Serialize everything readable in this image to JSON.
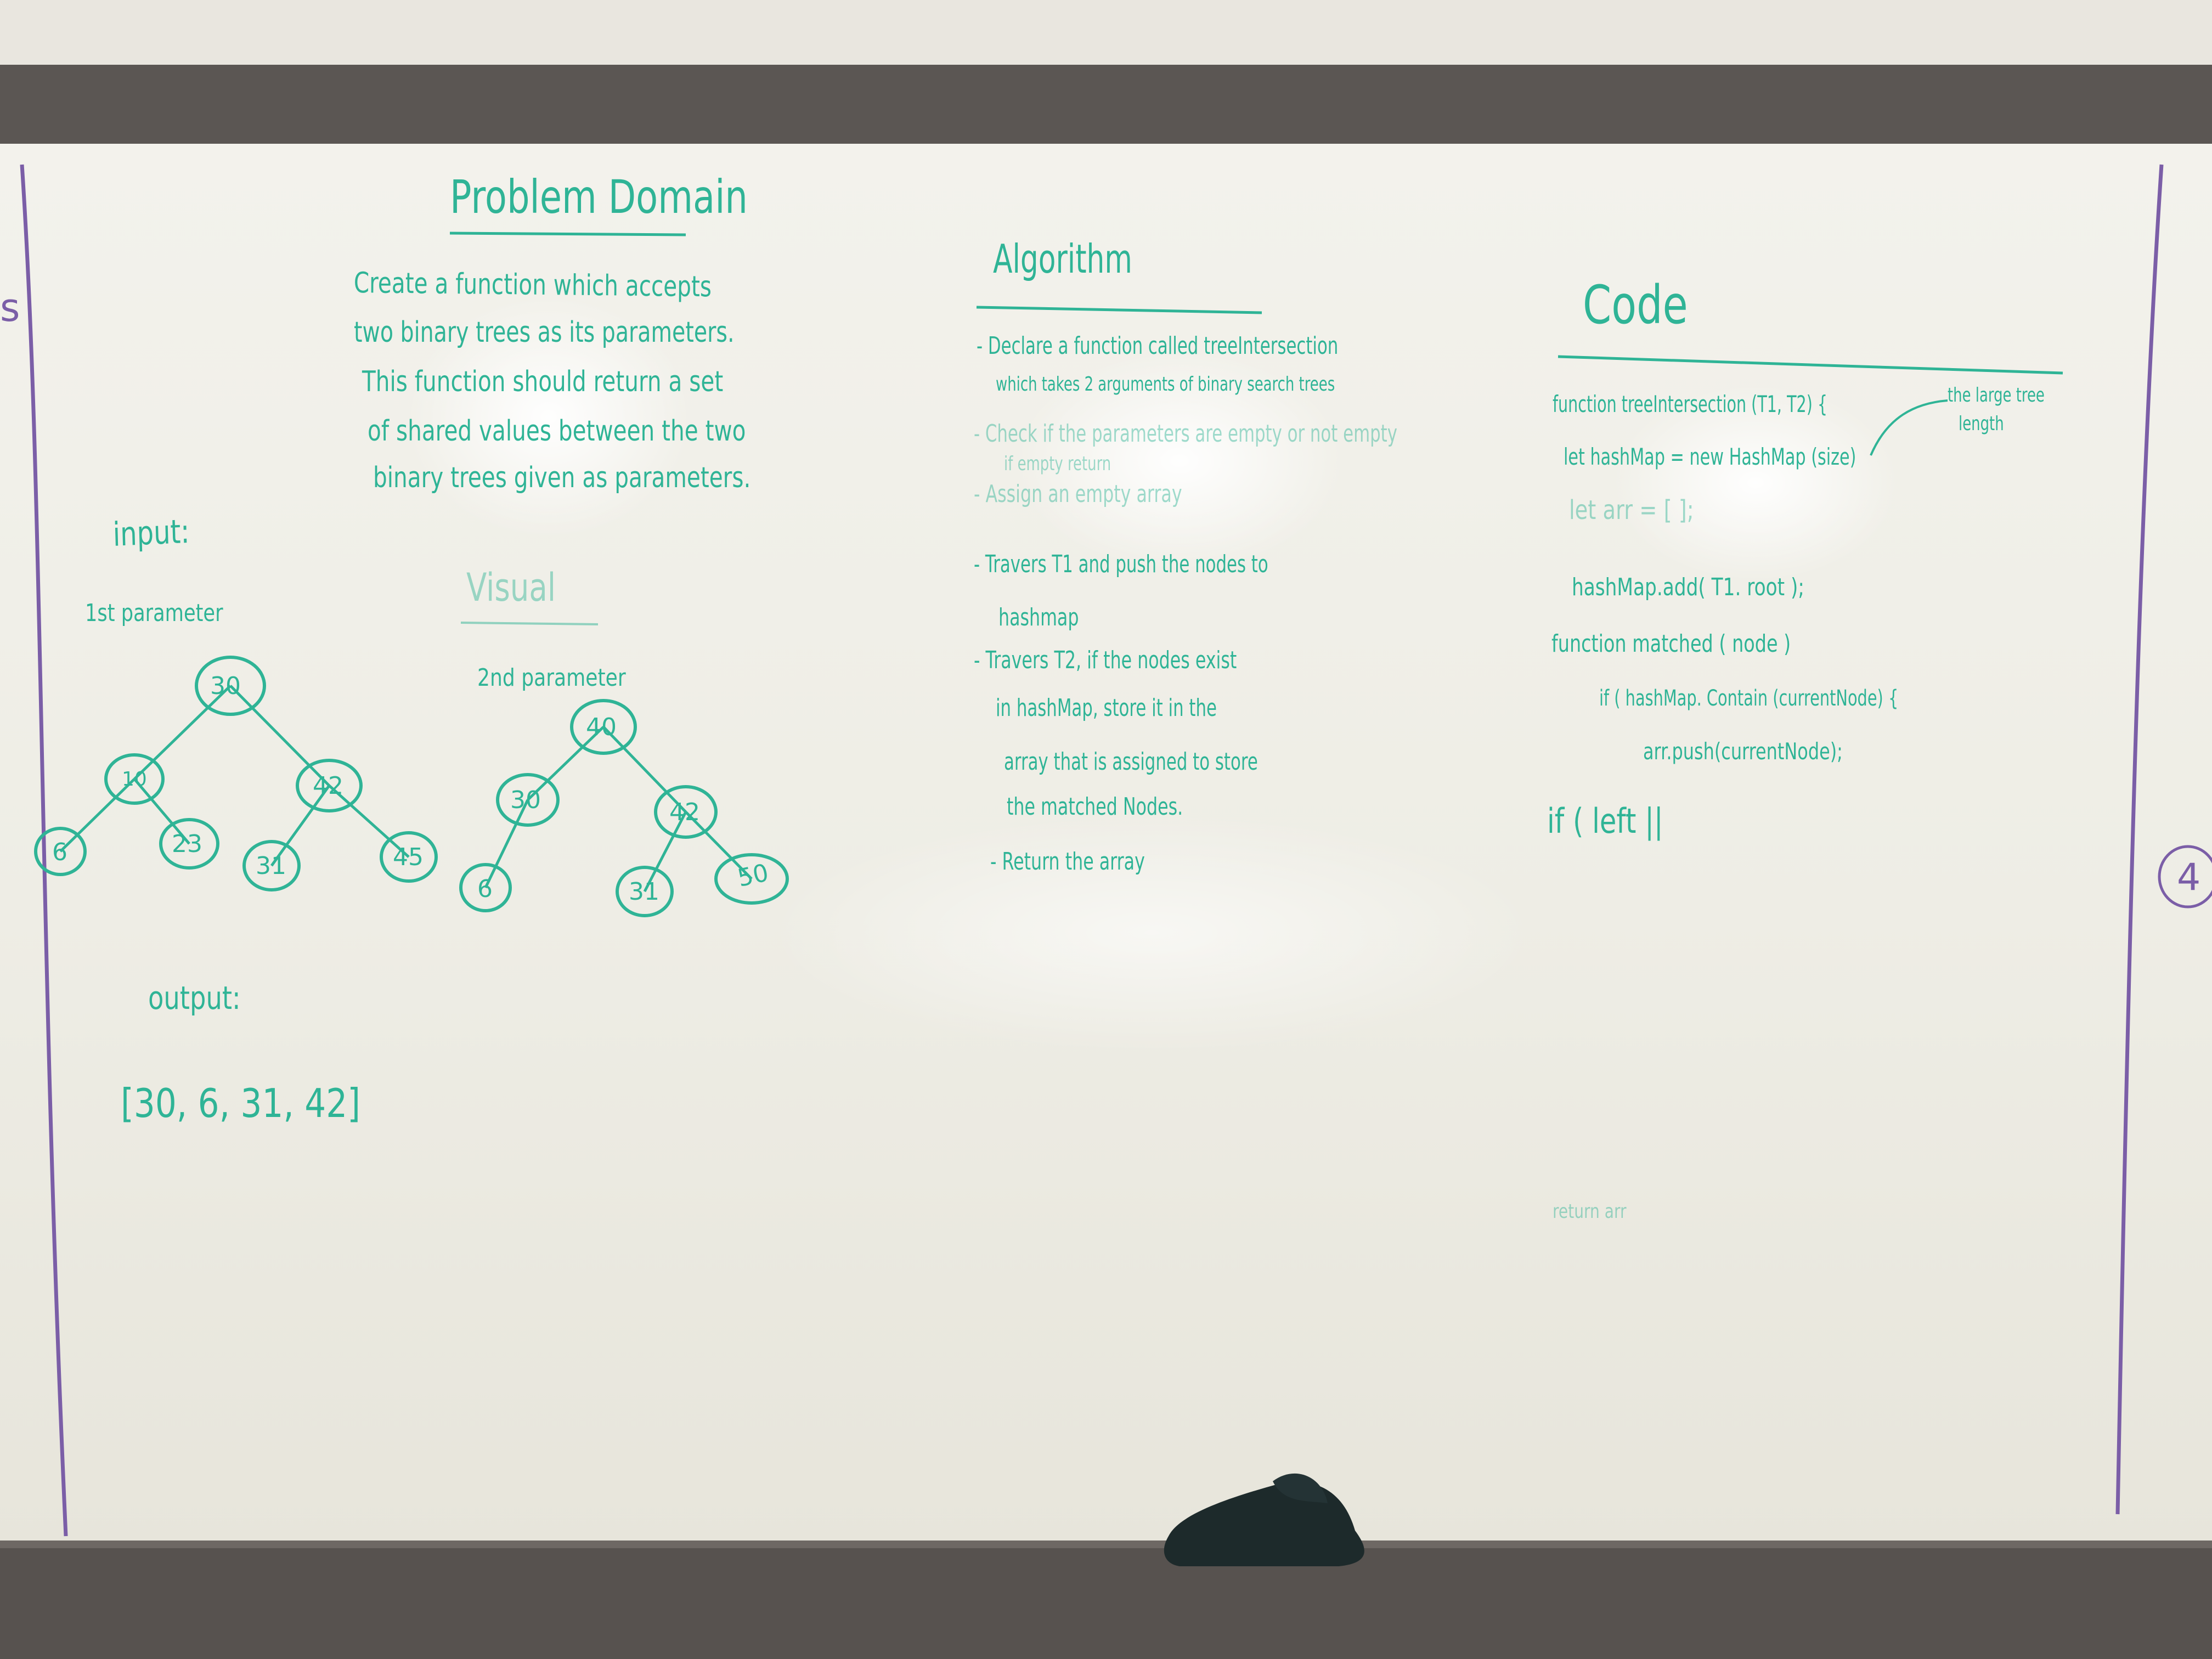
{
  "problem_domain": {
    "title": "Problem Domain",
    "lines": [
      "Create a function which accepts",
      "two binary trees as its parameters.",
      "This function should return a set",
      "of shared values between the two",
      "binary trees given as parameters."
    ]
  },
  "visual": {
    "title": "Visual",
    "input_label": "input:",
    "first_param_label": "1st parameter",
    "second_param_label": "2nd parameter",
    "tree1": [
      "30",
      "10",
      "42",
      "6",
      "23",
      "31",
      "45"
    ],
    "tree2": [
      "40",
      "30",
      "42",
      "6",
      "31",
      "50"
    ],
    "output_label": "output:",
    "output_value": "[30, 6, 31, 42]"
  },
  "algorithm": {
    "title": "Algorithm",
    "steps": [
      "- Declare a function called treeIntersection",
      "which takes 2 arguments of binary search trees",
      "- Check if the parameters are empty or not empty",
      "if empty return",
      "- Assign an empty array",
      "- Travers T1 and push the nodes to",
      "hashmap",
      "- Travers T2, if the nodes exist",
      "in hashMap, store it in the",
      "array that is assigned to store",
      "the matched Nodes.",
      "- Return the array"
    ]
  },
  "code": {
    "title": "Code",
    "lines": [
      "function treeIntersection (T1, T2) {",
      "let hashMap = new HashMap (size)",
      "let arr = [ ];",
      "hashMap.add( T1. root );",
      "function matched ( node )",
      "if ( hashMap. Contain (currentNode) {",
      "arr.push(currentNode);",
      "if ( left ||",
      "return arr"
    ],
    "note": [
      "the large tree",
      "length"
    ]
  },
  "side": {
    "left_mark": "s",
    "right_number": "4"
  },
  "colors": {
    "marker": "#2fb496",
    "board": "#f1f0e8",
    "frame": "#5a5552",
    "purple_line": "#7b5ea7"
  }
}
